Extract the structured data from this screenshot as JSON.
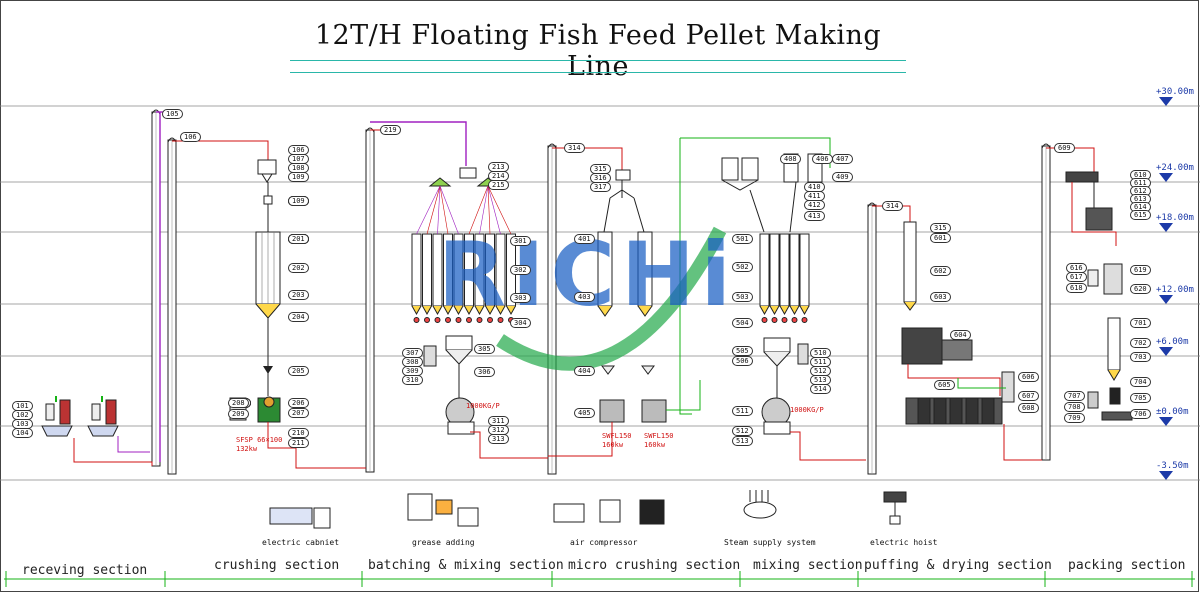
{
  "title": "12T/H Floating Fish Feed Pellet Making Line",
  "watermark": "RICHi",
  "levels": [
    "+30.00m",
    "+24.00m",
    "+18.00m",
    "+12.00m",
    "+6.00m",
    "±0.00m",
    "-3.50m"
  ],
  "sections": [
    "receving section",
    "crushing section",
    "batching & mixing section",
    "micro crushing section",
    "mixing section",
    "puffing & drying section",
    "packing section"
  ],
  "aux": {
    "electric_cabinet": "electric cabniet",
    "grease_adding": "grease adding",
    "air_compressor": "air compressor",
    "steam_supply": "Steam supply system",
    "electric_hoist": "electric hoist"
  },
  "specs": {
    "hammer_mill": "SFSP 66×100\n132kw",
    "mixer_1": "1000KG/P",
    "mixer_2": "1000KG/P",
    "pulverizer_1": "SWFL150\n160kw",
    "pulverizer_2": "SWFL150\n160kw"
  },
  "tags": {
    "receiving": [
      "101",
      "102",
      "103",
      "104"
    ],
    "elevator_1": "105",
    "elevator_2": "106",
    "crushing_top": [
      "106",
      "107",
      "108",
      "109"
    ],
    "crushing_bins": [
      "201",
      "202",
      "203",
      "204",
      "205"
    ],
    "crushing_mill": [
      "206",
      "207",
      "208",
      "209",
      "210",
      "211"
    ],
    "batch_elev": "219",
    "batch_top": [
      "213",
      "214",
      "215"
    ],
    "batch_bins": [
      "301",
      "302",
      "303",
      "304"
    ],
    "batch_left": [
      "307",
      "308",
      "309",
      "310"
    ],
    "batch_mid": [
      "305",
      "306"
    ],
    "batch_bottom": [
      "311",
      "312",
      "313"
    ],
    "micro_elev": "314",
    "micro_top": [
      "315",
      "316",
      "317"
    ],
    "micro_left": [
      "401",
      "403",
      "404",
      "405"
    ],
    "mixing_top": [
      "407",
      "408",
      "409",
      "406",
      "410",
      "411",
      "412",
      "413"
    ],
    "mixing_left": [
      "501",
      "502",
      "503",
      "504",
      "505",
      "506"
    ],
    "mixing_right": [
      "510",
      "511",
      "512",
      "513",
      "514"
    ],
    "mixing_bottom": [
      "511",
      "512",
      "513"
    ],
    "puffing_elev": "314",
    "puffing_right": [
      "315",
      "601",
      "602",
      "603",
      "604"
    ],
    "drying": [
      "605",
      "606",
      "607",
      "608"
    ],
    "packing_elev": "609",
    "packing_top": [
      "610",
      "611",
      "612",
      "613",
      "614",
      "615"
    ],
    "packing_mid": [
      "616",
      "617",
      "618",
      "619",
      "620"
    ],
    "packing_right": [
      "701",
      "702",
      "703",
      "704",
      "705",
      "706"
    ],
    "packing_left": [
      "707",
      "708",
      "709"
    ]
  },
  "colors": {
    "accent": "#2ab7a9",
    "level": "#1c3aa8",
    "pipe_red": "#d01010",
    "pipe_purple": "#a020c0",
    "pipe_green": "#16b316",
    "logo_blue": "#1a5fc4",
    "logo_green": "#21a848"
  }
}
